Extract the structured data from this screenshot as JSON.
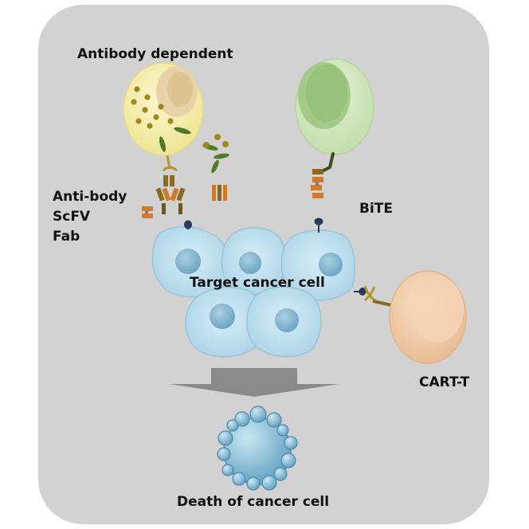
{
  "labels": {
    "antibody_dependent": "Antibody dependent",
    "antibody_formats": [
      "Anti-body",
      "ScFV",
      "Fab"
    ],
    "bite": "BiTE",
    "target_cancer_cell": "Target cancer cell",
    "cart_t": "CART-T",
    "death_of_cancer_cell": "Death of cancer cell"
  },
  "colors": {
    "background_panel": "#d2d2d2",
    "effector_cell": "#f6f0a8",
    "t_cell": "#cfe7b8",
    "car_t_cell": "#f0c9a2",
    "cancer_cell": "#bfe0ef",
    "cancer_nucleus": "#7fb4cf",
    "dying_cell": "#8bc4dc",
    "arrow": "#8a8a8a"
  }
}
